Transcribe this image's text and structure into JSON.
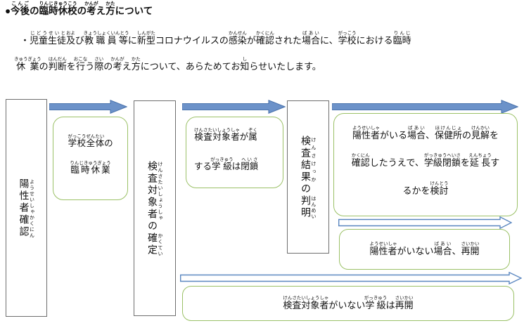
{
  "colors": {
    "solid_arrow_fill": "#6c92c9",
    "solid_arrow_border": "#4c74ad",
    "outlined_arrow_border": "#5b87c0",
    "note_border_green": "#9bc167",
    "stage_border_gray": "#6e6e6e",
    "text": "#111111"
  },
  "header": {
    "title": {
      "bullet": "●",
      "segments": [
        {
          "t": "今後",
          "r": "こんご"
        },
        {
          "t": "の"
        },
        {
          "t": "臨時休校",
          "r": "りんじきゅうこう"
        },
        {
          "t": "の"
        },
        {
          "t": "考",
          "r": "かんが"
        },
        {
          "t": "え"
        },
        {
          "t": "方",
          "r": "かた"
        },
        {
          "t": "について"
        }
      ]
    },
    "body_line1": {
      "bullet": "・",
      "segments": [
        {
          "t": "児童生徒",
          "r": "じどうせいと"
        },
        {
          "t": "及",
          "r": "およ"
        },
        {
          "t": "び"
        },
        {
          "t": "教職員等",
          "r": "きょうしょくいんとう"
        },
        {
          "t": "に"
        },
        {
          "t": "新型",
          "r": "しんがた"
        },
        {
          "t": "コロナウイルスの"
        },
        {
          "t": "感染",
          "r": "かんせん"
        },
        {
          "t": "が"
        },
        {
          "t": "確認",
          "r": "かくにん"
        },
        {
          "t": "された"
        },
        {
          "t": "場合",
          "r": "ばあい"
        },
        {
          "t": "に、"
        },
        {
          "t": "学校",
          "r": "がっこう"
        },
        {
          "t": "における"
        },
        {
          "t": "臨時",
          "r": "りんじ"
        }
      ]
    },
    "body_line2": {
      "segments": [
        {
          "t": "休業",
          "r": "きゅうぎょう"
        },
        {
          "t": "の"
        },
        {
          "t": "判断",
          "r": "はんだん"
        },
        {
          "t": "を"
        },
        {
          "t": "行",
          "r": "おこな"
        },
        {
          "t": "う"
        },
        {
          "t": "際",
          "r": "さい"
        },
        {
          "t": "の"
        },
        {
          "t": "考",
          "r": "かんが"
        },
        {
          "t": "え"
        },
        {
          "t": "方",
          "r": "かた"
        },
        {
          "t": "について、あらためてお"
        },
        {
          "t": "知",
          "r": "し"
        },
        {
          "t": "らせいたします。"
        }
      ]
    }
  },
  "flow": {
    "stages": [
      {
        "name": "positive-case-confirmed",
        "segments": [
          {
            "t": "陽性者",
            "r": "ようせいしゃ"
          },
          {
            "t": "確認",
            "r": "かくにん"
          }
        ]
      },
      {
        "name": "test-subjects-determined",
        "segments": [
          {
            "t": "検査対象者",
            "r": "けんさたいしょうしゃ"
          },
          {
            "t": "の"
          },
          {
            "t": "確定",
            "r": "かくてい"
          }
        ]
      },
      {
        "name": "test-results-known",
        "segments": [
          {
            "t": "検査結果",
            "r": "けんさけっか"
          },
          {
            "t": "の"
          },
          {
            "t": "判明",
            "r": "はんめい"
          }
        ]
      }
    ],
    "notes": [
      {
        "name": "school-wide-temporary-closure",
        "lines": [
          [
            {
              "t": "学校全体",
              "r": "がっこうぜんたい"
            },
            {
              "t": "の"
            }
          ],
          [
            {
              "t": "臨時休業",
              "r": "りんじきゅうぎょう"
            }
          ]
        ]
      },
      {
        "name": "subject-class-closed",
        "lines": [
          [
            {
              "t": "検査対象者",
              "r": "けんさたいしょうしゃ"
            },
            {
              "t": "が"
            },
            {
              "t": "属",
              "r": "ぞく"
            }
          ],
          [
            {
              "t": "する"
            },
            {
              "t": "学級",
              "r": "がっきゅう"
            },
            {
              "t": "は"
            },
            {
              "t": "閉鎖",
              "r": "へいさ"
            }
          ]
        ]
      },
      {
        "name": "positive-found-consider-extension",
        "lines": [
          [
            {
              "t": "陽性者",
              "r": "ようせいしゃ"
            },
            {
              "t": "がいる"
            },
            {
              "t": "場合",
              "r": "ばあい"
            },
            {
              "t": "、"
            },
            {
              "t": "保健所",
              "r": "ほけんじょ"
            },
            {
              "t": "の"
            },
            {
              "t": "見解",
              "r": "けんかい"
            },
            {
              "t": "を"
            }
          ],
          [
            {
              "t": "確認",
              "r": "かくにん"
            },
            {
              "t": "したうえで、"
            },
            {
              "t": "学級閉鎖",
              "r": "がっきゅうへいさ"
            },
            {
              "t": "を"
            },
            {
              "t": "延長",
              "r": "えんちょう"
            },
            {
              "t": "す"
            }
          ],
          [
            {
              "t": "るかを"
            },
            {
              "t": "検討",
              "r": "けんとう"
            }
          ]
        ]
      },
      {
        "name": "no-positive-reopen",
        "lines": [
          [
            {
              "t": "陽性者",
              "r": "ようせいしゃ"
            },
            {
              "t": "がいない"
            },
            {
              "t": "場合",
              "r": "ばあい"
            },
            {
              "t": "、"
            },
            {
              "t": "再開",
              "r": "さいかい"
            }
          ]
        ]
      },
      {
        "name": "no-subject-class-reopen",
        "lines": [
          [
            {
              "t": "検査対象者",
              "r": "けんさたいしょうしゃ"
            },
            {
              "t": "がいない"
            },
            {
              "t": "学級",
              "r": "がっきゅう"
            },
            {
              "t": "は"
            },
            {
              "t": "再開",
              "r": "さいかい"
            }
          ]
        ]
      }
    ]
  }
}
